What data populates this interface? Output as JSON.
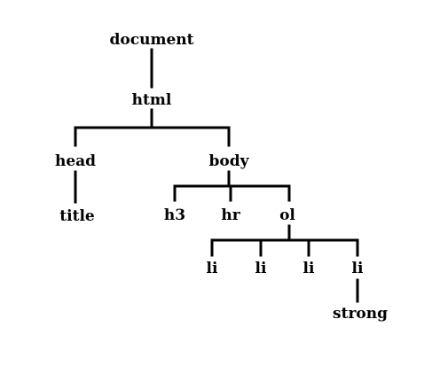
{
  "tree": {
    "nodes": {
      "document": "document",
      "html": "html",
      "head": "head",
      "body": "body",
      "title": "title",
      "h3": "h3",
      "hr": "hr",
      "ol": "ol",
      "li1": "li",
      "li2": "li",
      "li3": "li",
      "li4": "li",
      "strong": "strong"
    },
    "edges": [
      [
        "document",
        "html"
      ],
      [
        "html",
        "head"
      ],
      [
        "html",
        "body"
      ],
      [
        "head",
        "title"
      ],
      [
        "body",
        "h3"
      ],
      [
        "body",
        "hr"
      ],
      [
        "body",
        "ol"
      ],
      [
        "ol",
        "li1"
      ],
      [
        "ol",
        "li2"
      ],
      [
        "ol",
        "li3"
      ],
      [
        "ol",
        "li4"
      ],
      [
        "li4",
        "strong"
      ]
    ]
  },
  "colors": {
    "line": "#000000",
    "text": "#000000",
    "background": "#ffffff"
  }
}
